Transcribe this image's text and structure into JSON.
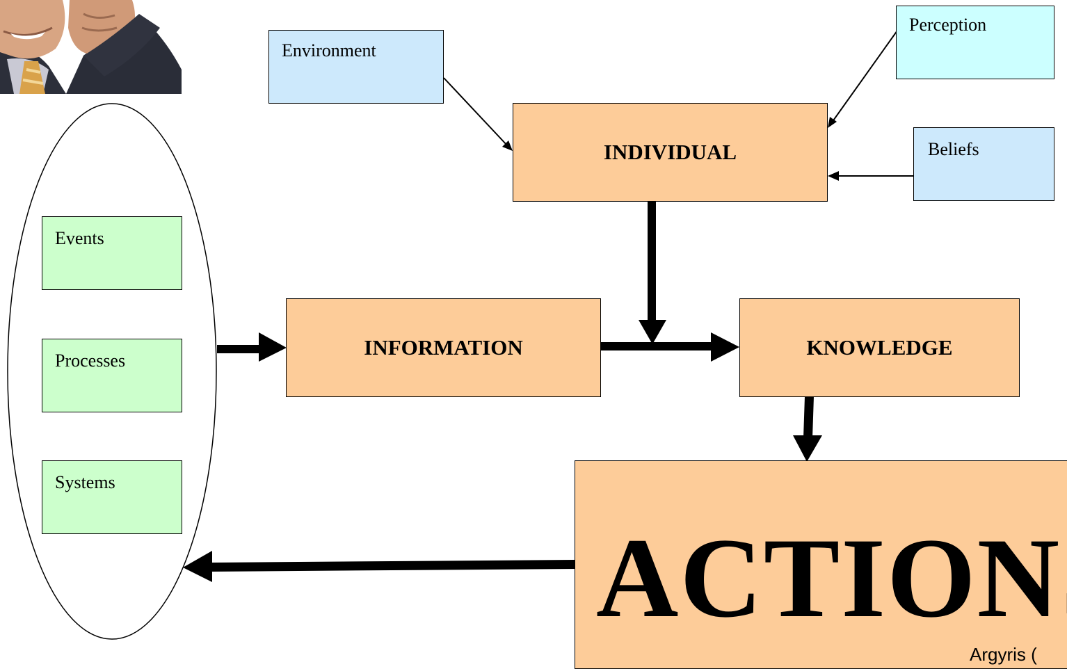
{
  "diagram": {
    "inputs": {
      "environment": "Environment",
      "perception": "Perception",
      "beliefs": "Beliefs"
    },
    "sources": {
      "events": "Events",
      "processes": "Processes",
      "systems": "Systems"
    },
    "nodes": {
      "individual": "INDIVIDUAL",
      "information": "INFORMATION",
      "knowledge": "KNOWLEDGE",
      "actions": "ACTIONS"
    },
    "citation": "Argyris ("
  },
  "colors": {
    "input_box": "#cde9fc",
    "perception_box": "#ccffff",
    "source_box": "#ccffcc",
    "node_box": "#fdcc99"
  },
  "icons": {
    "photo": "businessman-on-phone-photo"
  }
}
